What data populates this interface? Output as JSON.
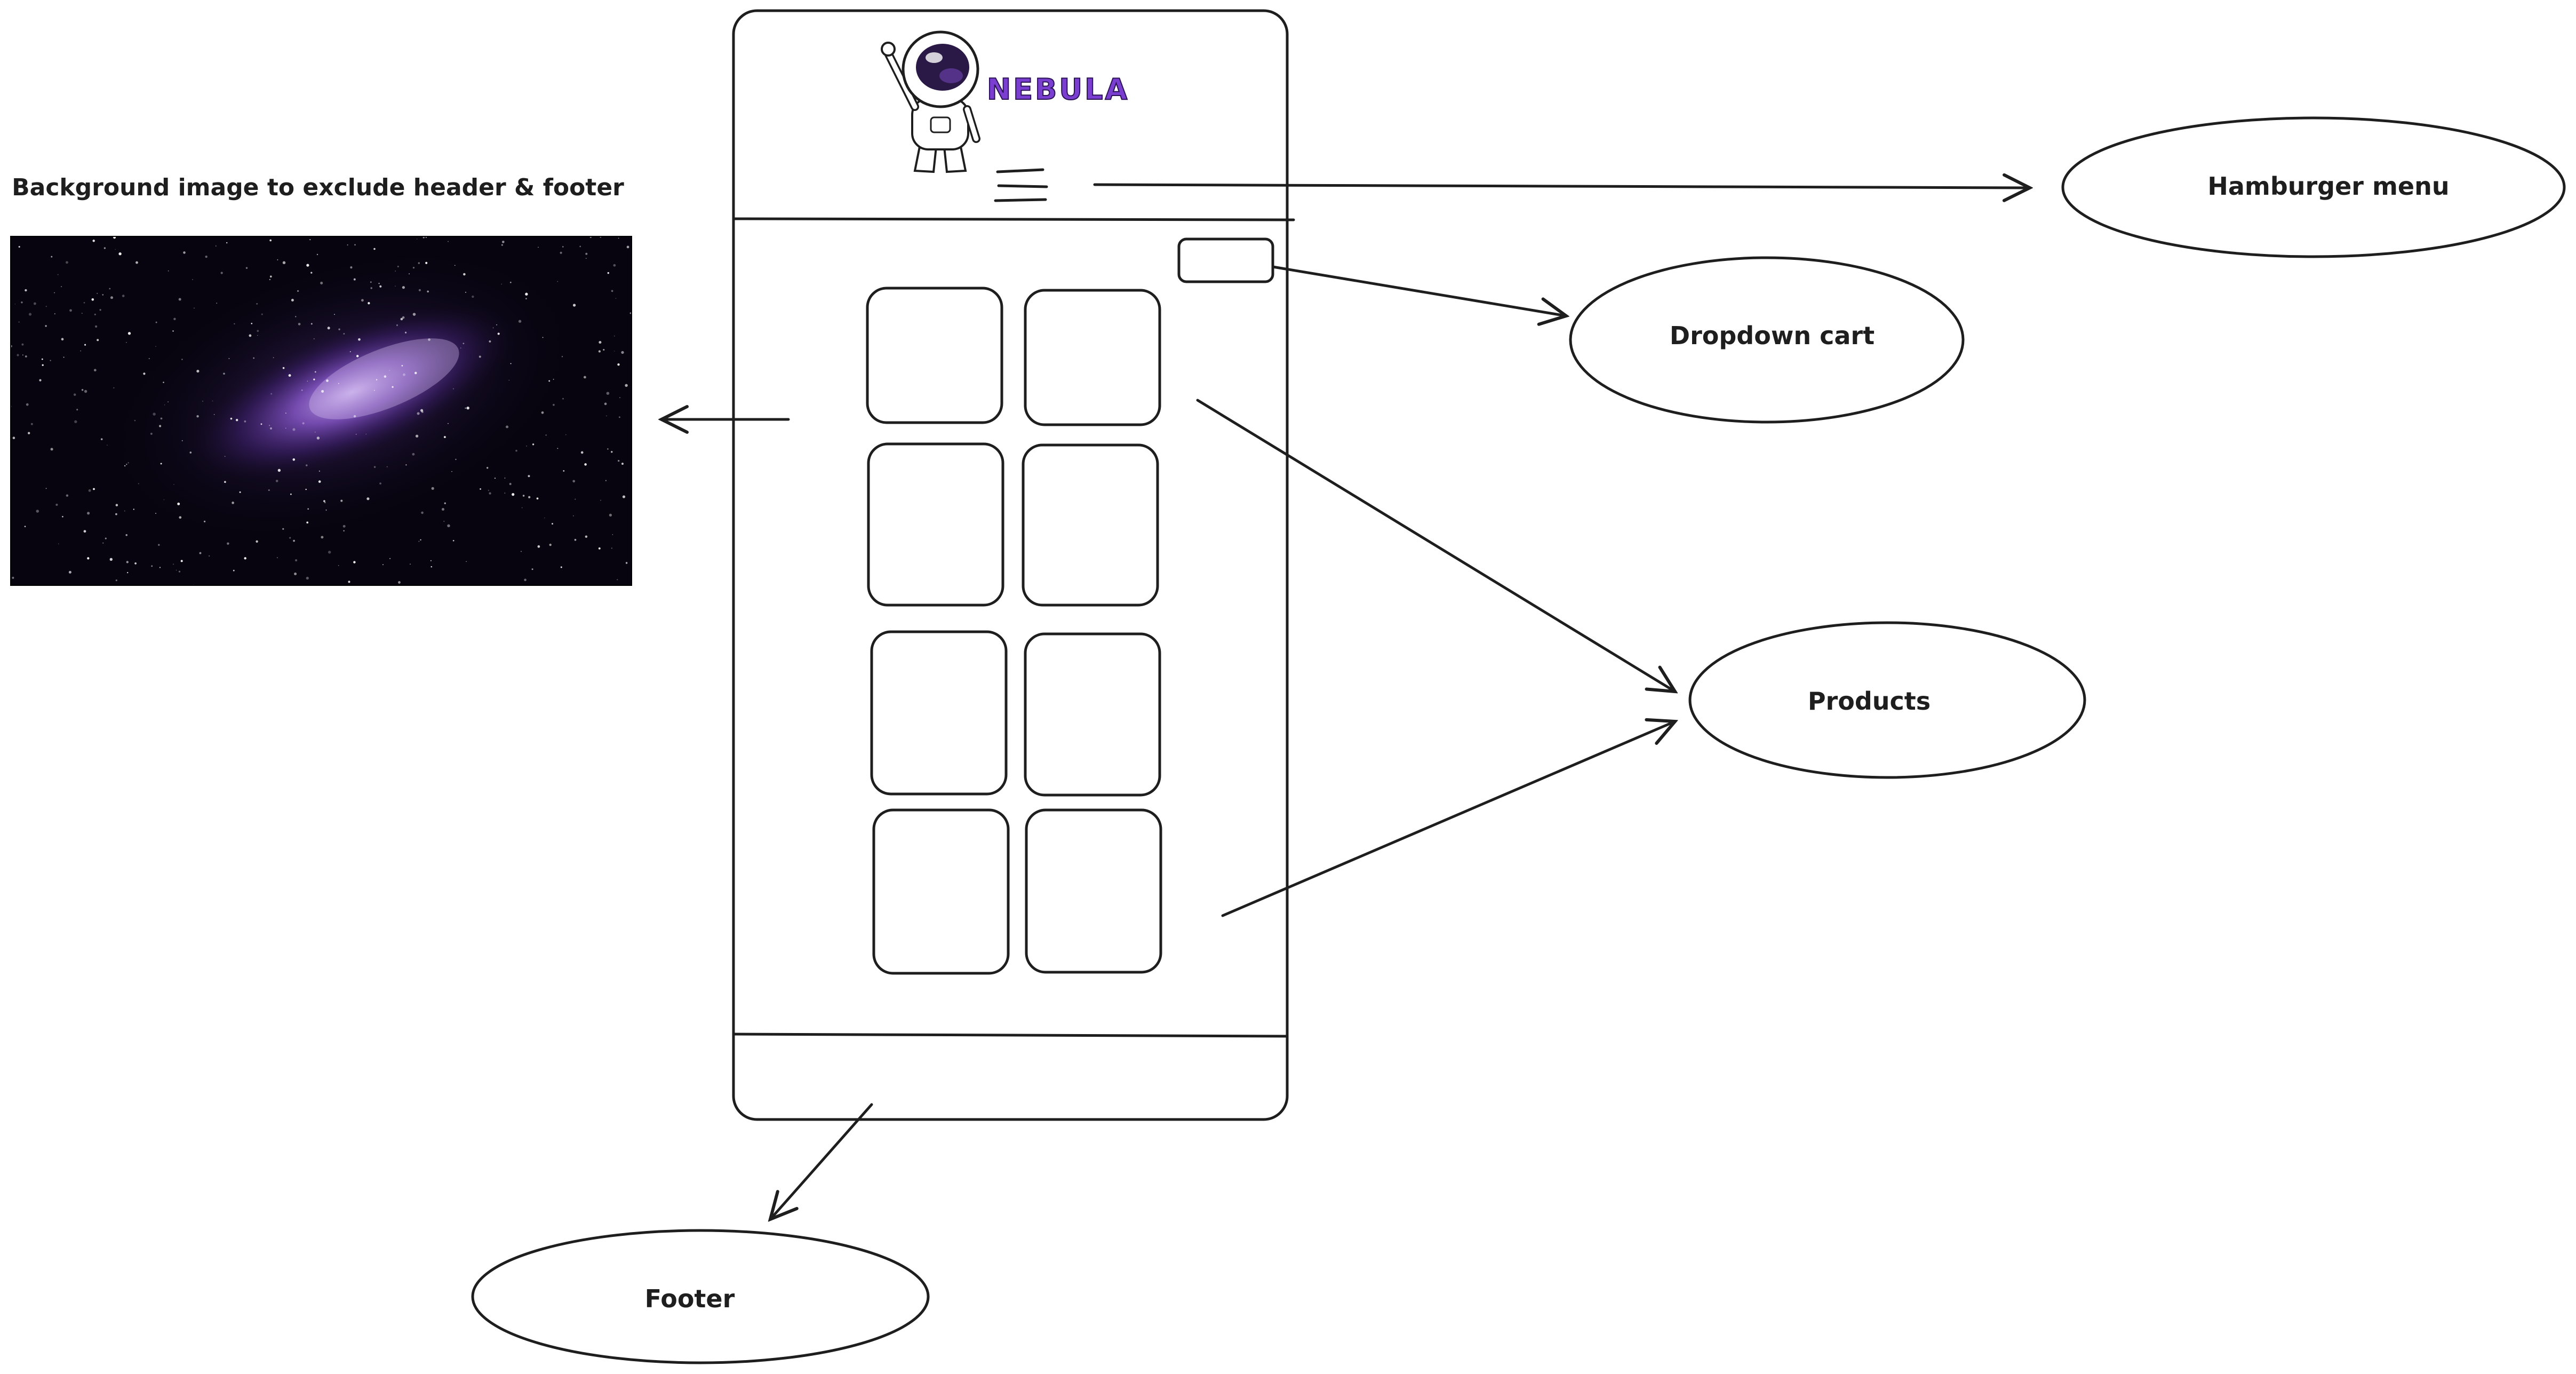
{
  "background_image": {
    "title": "Background image to exclude header & footer"
  },
  "wireframe": {
    "logo_text": "NEBULA",
    "product_count": 8
  },
  "callouts": {
    "hamburger": "Hamburger menu",
    "cart": "Dropdown cart",
    "products": "Products",
    "footer": "Footer"
  },
  "colors": {
    "ink": "#1e1e1e",
    "logo_purple": "#7a3fd1",
    "space_dark": "#07040f",
    "nebula": "#7b4fb8"
  },
  "icons": [
    "astronaut-icon",
    "hamburger-icon"
  ]
}
